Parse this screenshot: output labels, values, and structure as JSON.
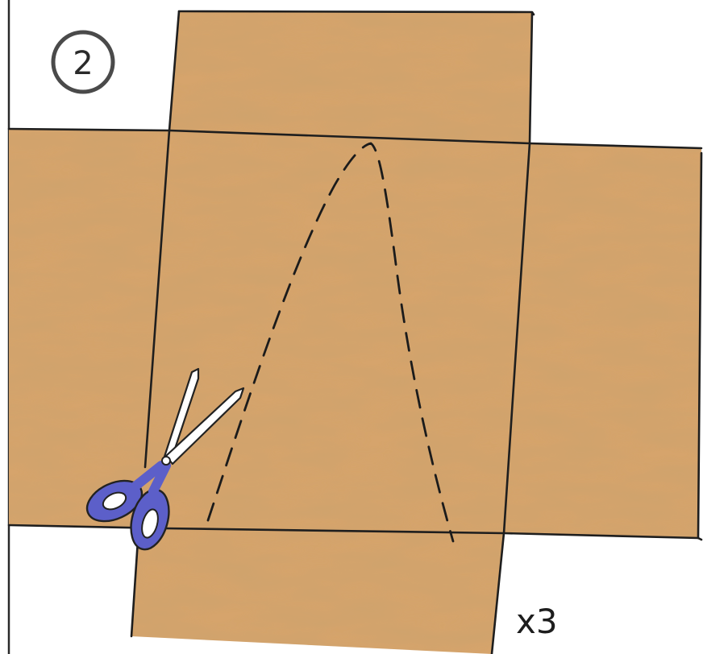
{
  "illustration": {
    "step_number": "2",
    "multiplier_label": "x3",
    "paper_color": "#d6a46c",
    "paper_shade_color": "#b9854c",
    "outline_color": "#1e1e1e",
    "scissors_handle_color": "#5c5fc9",
    "scissors_blade_color": "#ffffff",
    "icons": [
      "step-number-badge",
      "scissors-icon",
      "dashed-cut-line"
    ]
  }
}
